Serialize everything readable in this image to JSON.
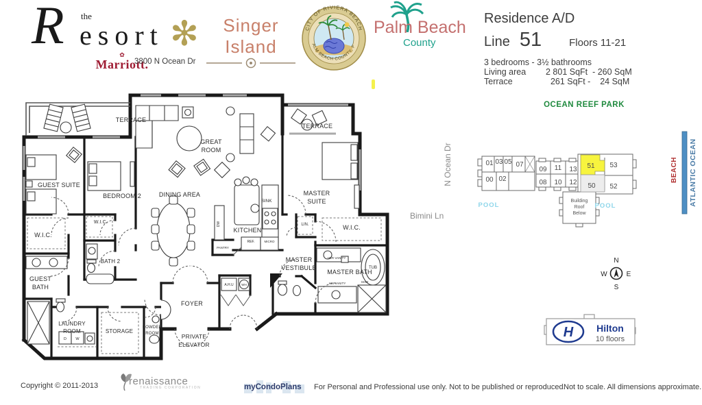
{
  "header": {
    "resort": {
      "article": "the",
      "name_initial": "R",
      "name_rest": "esort",
      "marriott": "Marriott.",
      "address": "3800 N Ocean Dr"
    },
    "singer_island": "Singer Island",
    "seal": {
      "top_text": "CITY OF RIVIERA BEACH",
      "bottom_text": "PALM BEACH COUNTY, FL."
    },
    "palm_beach": {
      "name": "Palm Beach",
      "county": "County"
    },
    "residence": {
      "title": "Residence A/D",
      "line_label": "Line",
      "line_number": "51",
      "floors": "Floors 11-21",
      "bedrooms": "3 bedrooms - 3½ bathrooms",
      "living_label": "Living area",
      "living_value": "2 801 SqFt  - 260 SqM",
      "terrace_label": "Terrace",
      "terrace_value": "  261 SqFt -    24 SqM"
    }
  },
  "floorplan": {
    "labels": {
      "terrace_left": "TERRACE",
      "terrace_right": "TERRACE",
      "guest_suite": "GUEST SUITE",
      "bedroom2": "BEDROOM 2",
      "great1": "GREAT",
      "great2": "ROOM",
      "dining": "DINING AREA",
      "master1": "MASTER",
      "master2": "SUITE",
      "kitchen": "KITCHEN",
      "sink": "SINK",
      "wic_guest": "W.I.C.",
      "wic_bed2": "W.I.C.",
      "wic_master": "W.I.C.",
      "lin": "LIN.",
      "bath2": "BATH 2",
      "guest_bath1": "GUEST",
      "guest_bath2": "BATH",
      "vest1": "MASTER",
      "vest2": "VESTIBULE",
      "master_bath": "MASTER BATH",
      "her_vanity": "HER VANITY",
      "his_vanity": "HIS VANITY",
      "tub": "TUB",
      "shw": "SHW",
      "ahu": "A.H.U",
      "wh": "WH",
      "pantry": "PANTRY",
      "ref": "REF.",
      "micro": "MICRO",
      "dw": "DW",
      "foyer": "FOYER",
      "laundry1": "LAUNDRY",
      "laundry2": "ROOM",
      "storage": "STORAGE",
      "powder1": "POWDER",
      "powder2": "ROOM",
      "elevator1": "PRIVATE",
      "elevator2": "ELEVATOR",
      "d": "D",
      "w": "W"
    }
  },
  "siteplan": {
    "park": "OCEAN REEF PARK",
    "street": "N Ocean Dr",
    "lane": "Bimini Ln",
    "pool_left": "POOL",
    "pool_right": "POOL",
    "roof1": "Building",
    "roof2": "Roof",
    "roof3": "Below",
    "beach": "BEACH",
    "ocean": "ATLANTIC OCEAN",
    "highlighted_unit": "51",
    "units": {
      "u01": "01",
      "u03": "03",
      "u05": "05",
      "u07": "07",
      "u00": "00",
      "u02": "02",
      "u09": "09",
      "u11": "11",
      "u13": "13",
      "u08": "08",
      "u10": "10",
      "u12": "12",
      "u51": "51",
      "u53": "53",
      "u50": "50",
      "u52": "52"
    },
    "colors": {
      "highlight": "#f7f43e",
      "pool_text": "#8ed6ea",
      "park_text": "#1f8a3e",
      "beach_text": "#b03030",
      "ocean_text": "#4a7ba6",
      "ocean_bar": "#4e8fc4"
    }
  },
  "compass": {
    "north": "N",
    "south": "S",
    "east": "E",
    "west": "W"
  },
  "hilton": {
    "name": "Hilton",
    "h_mark": "H",
    "floors": "10 floors"
  },
  "footer": {
    "copyright": "Copyright © 2011-2013",
    "renaissance_name": "renaissance",
    "renaissance_sub": "TRADING CORPORATION",
    "mycondoplans": "myCondoPlans",
    "usage_note": "For Personal and Professional use only.  Not to be published or reproduced.",
    "scale_note": "Not to scale.  All dimensions approximate."
  }
}
